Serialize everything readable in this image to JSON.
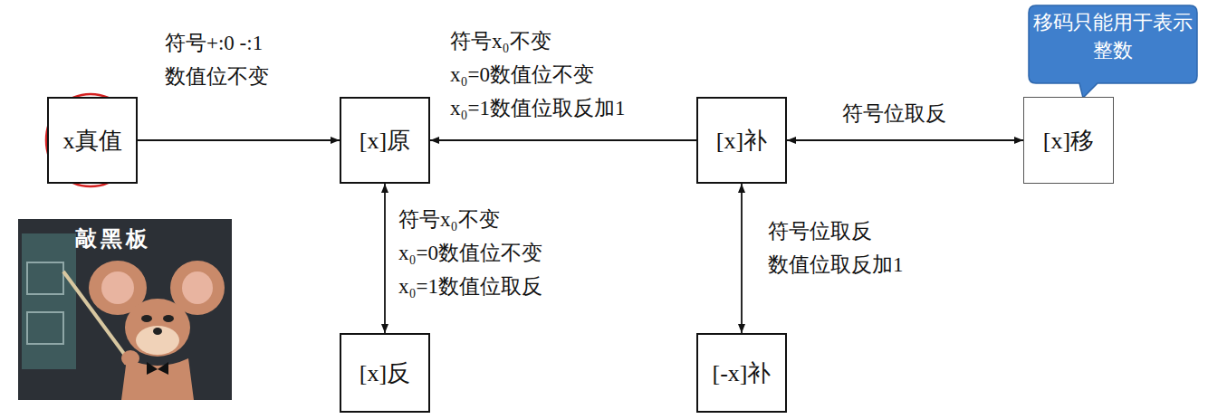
{
  "diagram": {
    "nodes": [
      {
        "text": [
          "x真值"
        ]
      },
      {
        "text": [
          "[x]原"
        ]
      },
      {
        "text": [
          "[x]补"
        ]
      },
      {
        "text": [
          "[x]移"
        ]
      },
      {
        "text": [
          "[x]反"
        ]
      },
      {
        "text": [
          "[-x]补"
        ]
      }
    ],
    "edges": [
      {
        "from": 0,
        "to": 1,
        "arrow": "to",
        "label": "符号+:0 -:1 数值位不变"
      },
      {
        "from": 2,
        "to": 1,
        "arrow": "to",
        "label": "符号x₀不变 x₀=0数值位不变 x₀=1数值位取反加1"
      },
      {
        "from": 2,
        "to": 3,
        "arrow": "both",
        "label": "符号位取反"
      },
      {
        "from": 1,
        "to": 4,
        "arrow": "both",
        "label": "符号x₀不变 x₀=0数值位不变 x₀=1数值位取反"
      },
      {
        "from": 2,
        "to": 5,
        "arrow": "both",
        "label": "符号位取反 数值位取反加1"
      }
    ],
    "labels": [
      "移码只能用于表示整数",
      "敲黑板"
    ]
  }
}
